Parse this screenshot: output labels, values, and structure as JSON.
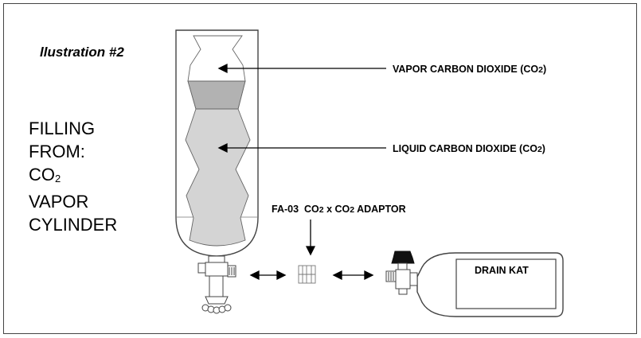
{
  "title": "llustration #2",
  "side_label": [
    "FILLING",
    "FROM:",
    "CO2",
    "VAPOR",
    "CYLINDER"
  ],
  "labels": {
    "vapor": "VAPOR CARBON DIOXIDE (CO2)",
    "liquid": "LIQUID CARBON DIOXIDE (CO2)",
    "adaptor": "FA-03 CO2 x CO2 ADAPTOR",
    "drain": "DRAIN KAT"
  },
  "colors": {
    "liquid": "#d4d4d4",
    "surface": "#b2b2b2",
    "outline": "#444444"
  }
}
